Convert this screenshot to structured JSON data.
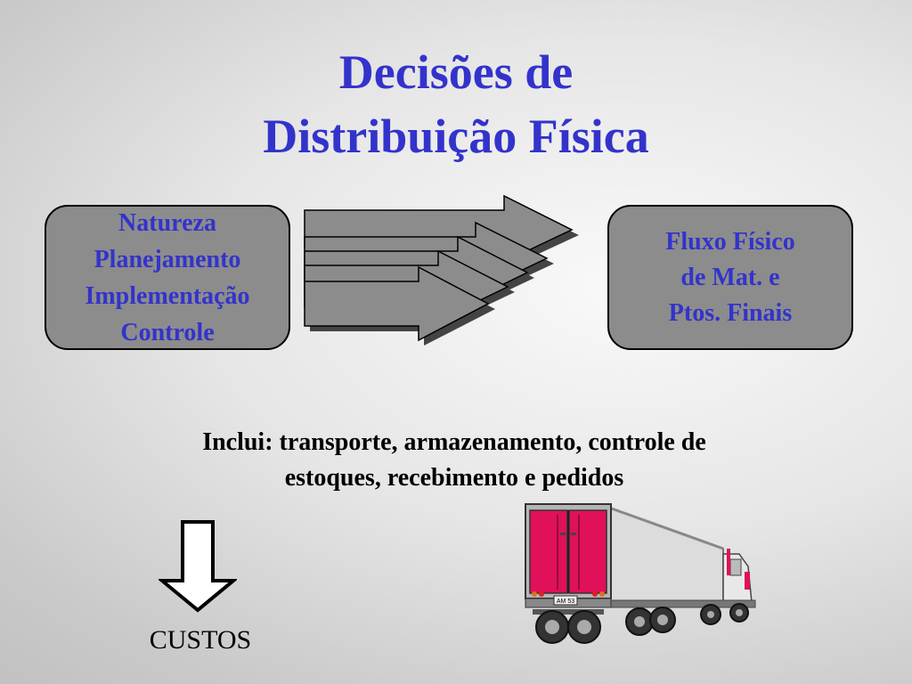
{
  "title": {
    "line1": "Decisões de",
    "line2": "Distribuição Física"
  },
  "left_box": {
    "items": [
      "Natureza",
      "Planejamento",
      "Implementação",
      "Controle"
    ]
  },
  "right_box": {
    "lines": [
      "Fluxo Físico",
      "de Mat. e",
      "Ptos. Finais"
    ]
  },
  "note": {
    "line1": "Inclui: transporte, armazenamento, controle de",
    "line2": "estoques, recebimento e pedidos"
  },
  "costs_label": "CUSTOS",
  "truck": {
    "plate": "AM 53"
  },
  "colors": {
    "title": "#3333cc",
    "box_fill": "#8c8c8c",
    "truck_door": "#e0105a",
    "arrow_fill": "#8c8c8c"
  }
}
